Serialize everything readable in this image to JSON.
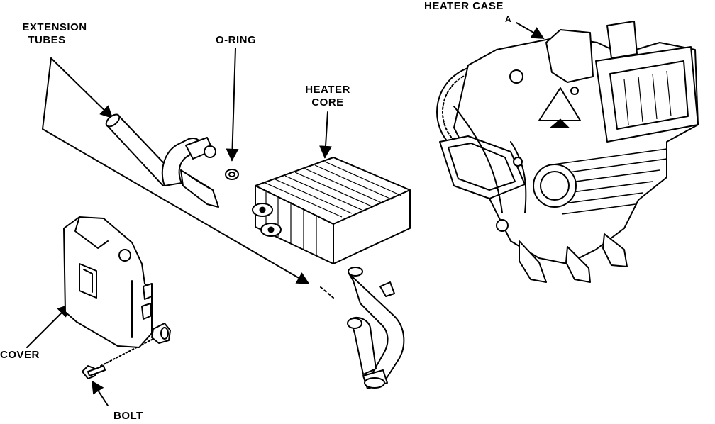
{
  "labels": {
    "extension_tubes_line1": "EXTENSION",
    "extension_tubes_line2": "TUBES",
    "o_ring": "O-RING",
    "heater_core_line1": "HEATER",
    "heater_core_line2": "CORE",
    "heater_case": "HEATER CASE",
    "heater_case_marker": "A",
    "cover": "COVER",
    "bolt": "BOLT"
  },
  "colors": {
    "ink": "#000000",
    "paper": "#ffffff"
  }
}
